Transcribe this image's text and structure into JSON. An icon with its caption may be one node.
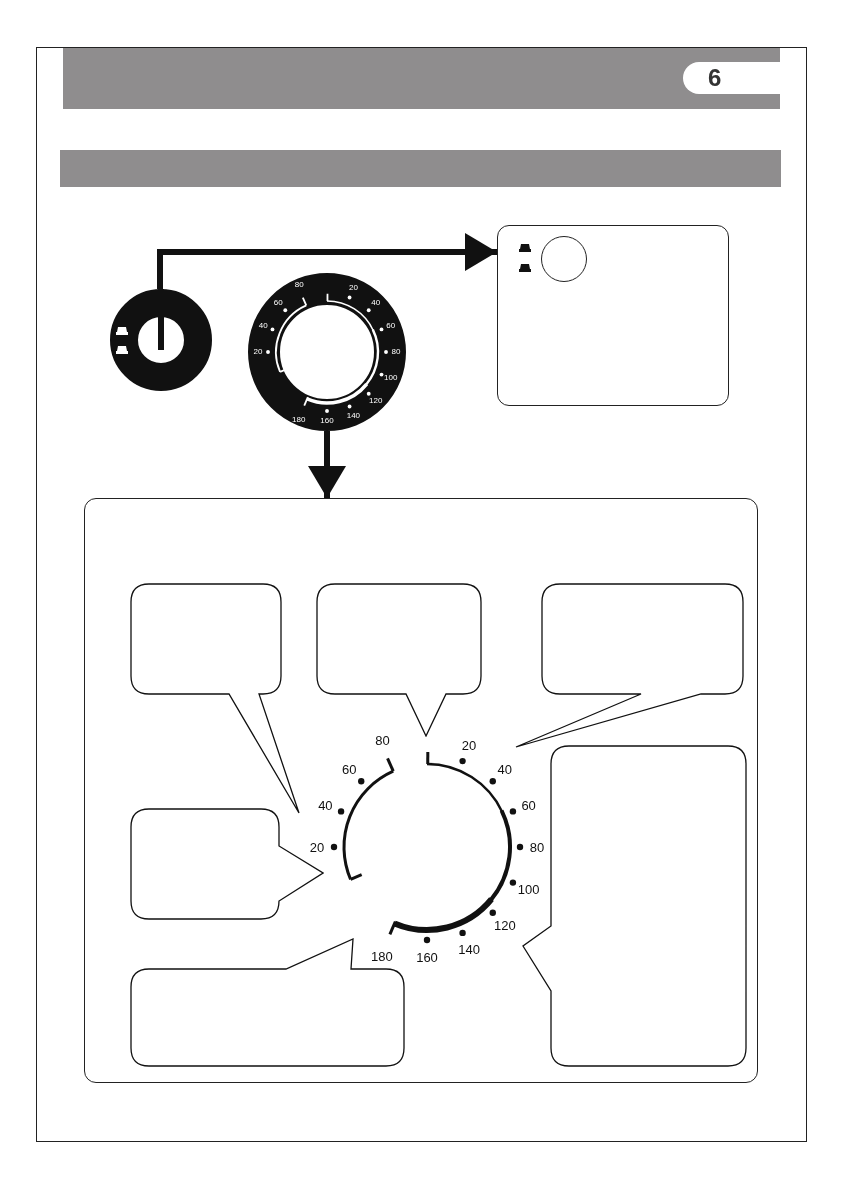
{
  "diagram": {
    "nodes": [
      {
        "text": [],
        "shape": "circle"
      },
      {
        "text": [],
        "shape": "circle"
      },
      {
        "text": [],
        "shape": "box"
      },
      {
        "text": [],
        "shape": "box"
      },
      {
        "text": [],
        "shape": "callout",
        "in": 3
      },
      {
        "text": [],
        "shape": "callout",
        "in": 3
      },
      {
        "text": [],
        "shape": "callout",
        "in": 3
      },
      {
        "text": [],
        "shape": "callout",
        "in": 3
      },
      {
        "text": [],
        "shape": "callout",
        "in": 3
      },
      {
        "text": [],
        "shape": "callout",
        "in": 3
      },
      {
        "text": [],
        "shape": "bar"
      }
    ],
    "edges": [
      {
        "from": 0,
        "to": 2,
        "arrow": "to"
      },
      {
        "from": 1,
        "to": 3,
        "arrow": "to"
      }
    ],
    "labels": [
      "6",
      "20",
      "40",
      "60",
      "80",
      "20",
      "40",
      "60",
      "80",
      "100",
      "120",
      "140",
      "160",
      "180",
      "20",
      "40",
      "60",
      "80",
      "20",
      "40",
      "60",
      "80",
      "100",
      "120",
      "140",
      "160",
      "180"
    ]
  }
}
